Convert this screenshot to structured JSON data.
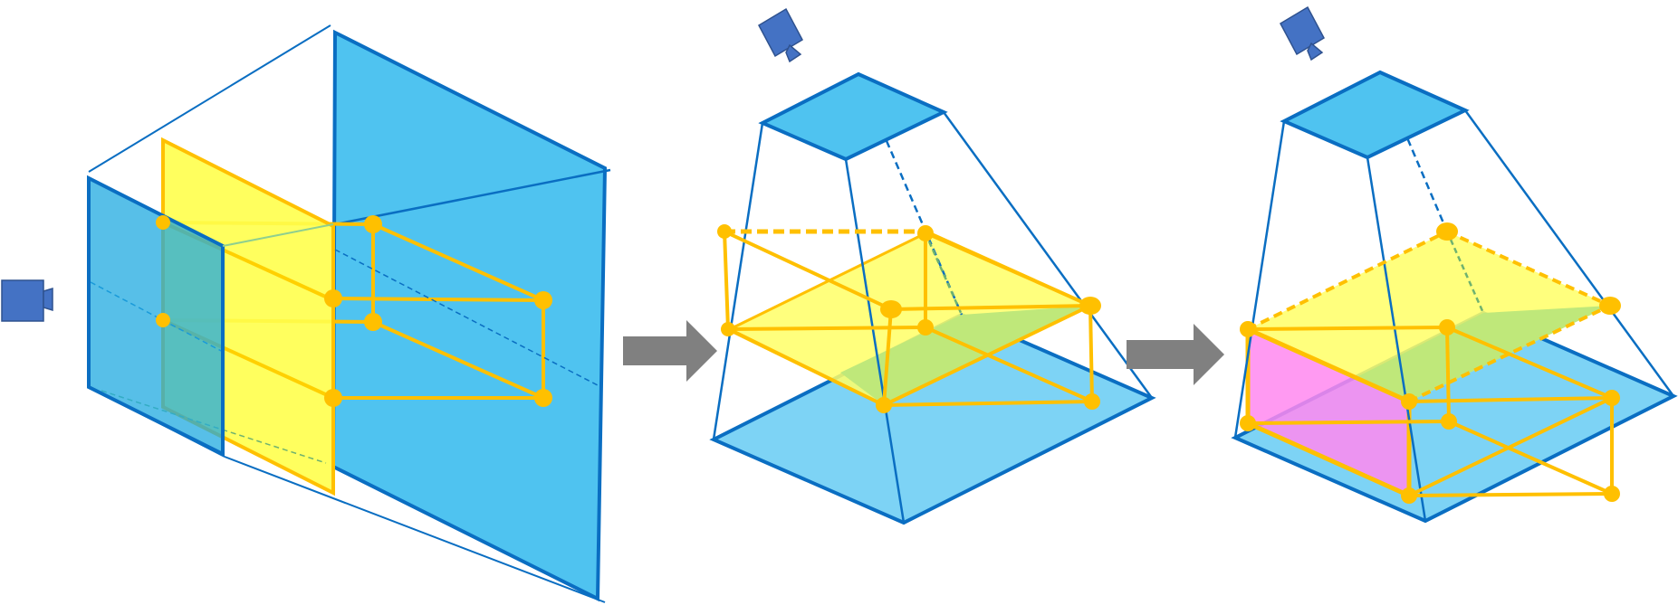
{
  "colors": {
    "frustum_fill": "#4FC3F0",
    "frustum_light_fill": "#7DD3F5",
    "frustum_edge": "#0A6EC2",
    "plane_fill": "#FFFF66",
    "plane_edge": "#FFC000",
    "cuboid_edge": "#FFC000",
    "overlap_fill": "#BFE87A",
    "magenta_face": "#FF88F0",
    "camera_fill": "#4472C4",
    "arrow_fill": "#808080",
    "dashed_green": "#6FB26F"
  },
  "icons": {
    "camera_side": "video-camera-icon",
    "camera_top": "video-camera-icon",
    "arrow": "right-arrow-icon"
  },
  "panels": [
    {
      "id": "panel-1",
      "view": "side-perspective"
    },
    {
      "id": "panel-2",
      "view": "top-down-frustum"
    },
    {
      "id": "panel-3",
      "view": "top-down-frustum-with-face"
    }
  ]
}
